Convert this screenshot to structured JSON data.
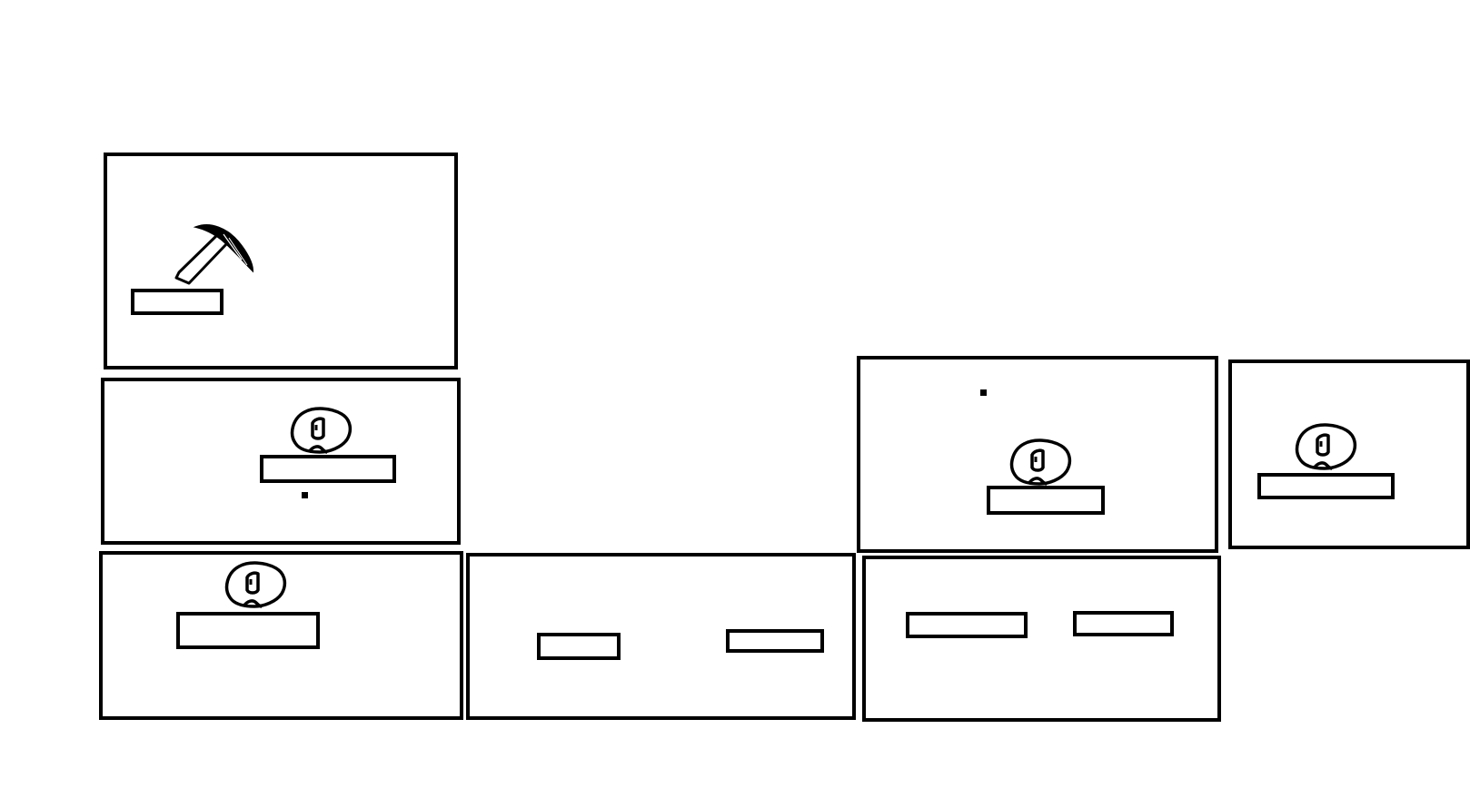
{
  "palette": {
    "background": "#ffffff",
    "ink": "#000000"
  },
  "rooms": [
    {
      "name": "room-top-left",
      "contents": [
        "pickaxe-icon",
        "ledge-platform"
      ]
    },
    {
      "name": "room-middle-left",
      "contents": [
        "rock-creature-icon",
        "ledge-platform",
        "dot-marker"
      ]
    },
    {
      "name": "room-bottom-left",
      "contents": [
        "rock-creature-icon",
        "ledge-platform"
      ]
    },
    {
      "name": "room-bottom-center",
      "contents": [
        "ledge-platform",
        "ledge-platform"
      ]
    },
    {
      "name": "room-upper-right",
      "contents": [
        "dot-marker",
        "rock-creature-icon",
        "ledge-platform"
      ]
    },
    {
      "name": "room-bottom-right",
      "contents": [
        "ledge-platform",
        "ledge-platform"
      ]
    },
    {
      "name": "room-far-right",
      "contents": [
        "rock-creature-icon",
        "ledge-platform"
      ]
    }
  ]
}
